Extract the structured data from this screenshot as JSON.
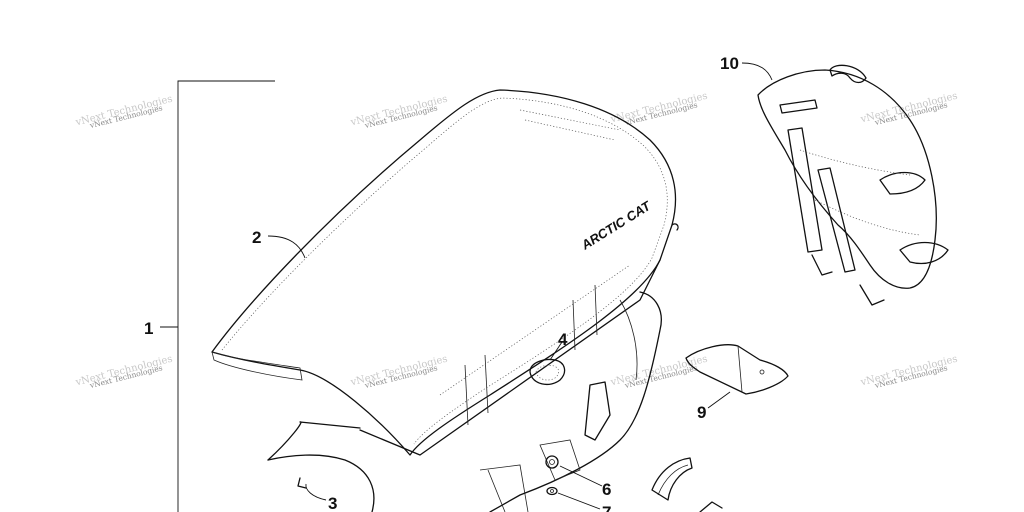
{
  "callouts": [
    {
      "id": "1",
      "label": "1"
    },
    {
      "id": "2",
      "label": "2"
    },
    {
      "id": "3",
      "label": "3"
    },
    {
      "id": "4",
      "label": "4"
    },
    {
      "id": "6",
      "label": "6"
    },
    {
      "id": "7",
      "label": "7"
    },
    {
      "id": "9",
      "label": "9"
    },
    {
      "id": "10",
      "label": "10"
    }
  ],
  "seat_brand_text": "ARCTIC CAT",
  "watermark_text": "vNext Technologies"
}
